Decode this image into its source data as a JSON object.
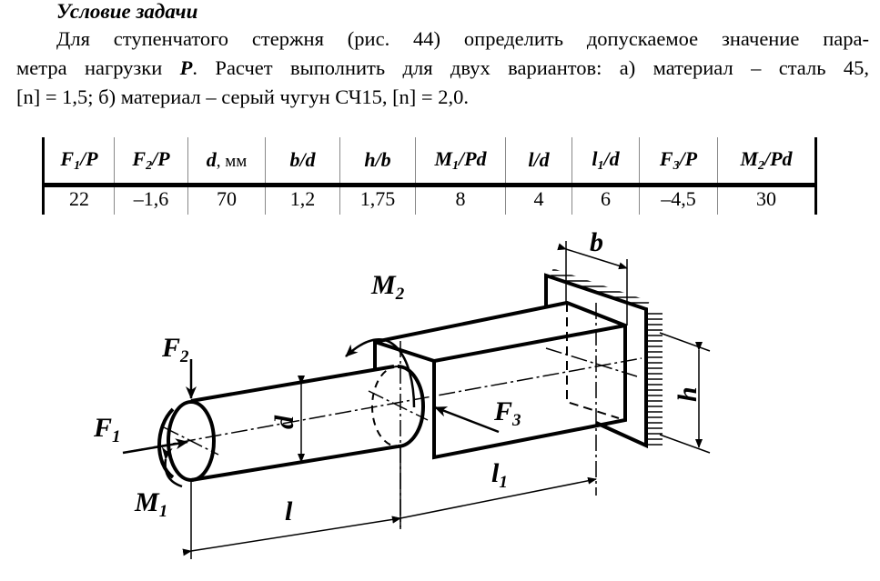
{
  "title": "Условие задачи",
  "paragraph": {
    "line1": "Для ступенчатого стержня (рис. 44) определить допускаемое значение пара-",
    "line2_a": "метра нагрузки",
    "line2_p": "P",
    "line2_b": ". Расчет выполнить для двух вариантов: а) материал – сталь 45,",
    "line3": "[n] = 1,5; б) материал – серый чугун СЧ15, [n] = 2,0."
  },
  "table": {
    "headers": [
      {
        "a": "F",
        "sub": "1",
        "b": "/P"
      },
      {
        "a": "F",
        "sub": "2",
        "b": "/P"
      },
      {
        "a": "d",
        "b": ", мм"
      },
      {
        "a": "b/d"
      },
      {
        "a": "h/b"
      },
      {
        "a": "M",
        "sub": "1",
        "b": "/Pd"
      },
      {
        "a": "l/d"
      },
      {
        "a": "l",
        "sub": "1",
        "b": "/d"
      },
      {
        "a": "F",
        "sub": "3",
        "b": "/P"
      },
      {
        "a": "M",
        "sub": "2",
        "b": "/Pd"
      }
    ],
    "values": [
      "22",
      "–1,6",
      "70",
      "1,2",
      "1,75",
      "8",
      "4",
      "6",
      "–4,5",
      "30"
    ]
  },
  "figure": {
    "labels": {
      "F2": {
        "m": "F",
        "s": "2"
      },
      "F1": {
        "m": "F",
        "s": "1"
      },
      "M1": {
        "m": "M",
        "s": "1"
      },
      "M2": {
        "m": "M",
        "s": "2"
      },
      "F3": {
        "m": "F",
        "s": "3"
      },
      "d": {
        "m": "d"
      },
      "l": {
        "m": "l"
      },
      "l1": {
        "m": "l",
        "s": "1"
      },
      "b": {
        "m": "b"
      },
      "h": {
        "m": "h"
      }
    }
  }
}
